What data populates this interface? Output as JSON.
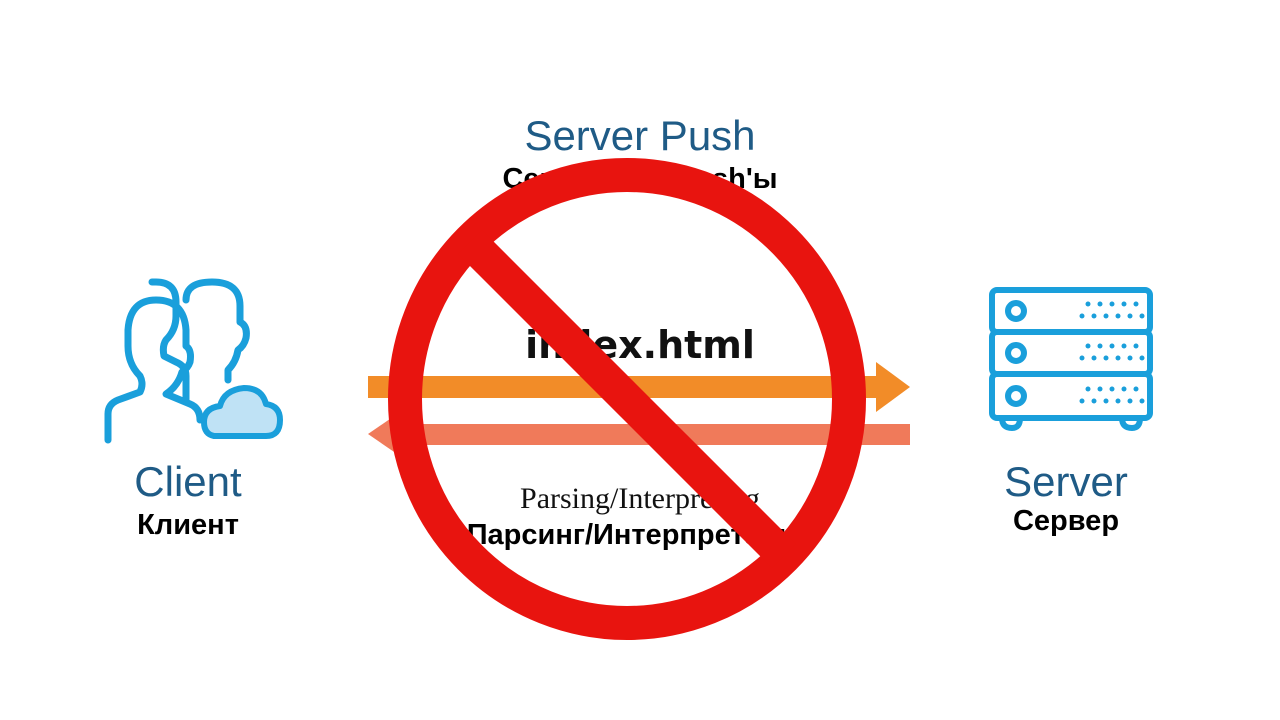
{
  "title": {
    "en": "Server Push",
    "ru": "Серверные Push'ы"
  },
  "file_label": "index.html",
  "parsing": {
    "en": "Parsing/Interpreting",
    "ru": "Парсинг/Интерпретация"
  },
  "client": {
    "en": "Client",
    "ru": "Клиент",
    "icon": "users-cloud-icon"
  },
  "server": {
    "en": "Server",
    "ru": "Сервер",
    "icon": "server-rack-icon"
  },
  "colors": {
    "push_arrow": "#f28c28",
    "response_arrow": "#f07a5a",
    "prohibition": "#e8140f",
    "icon_blue": "#1a9fdb",
    "label_blue": "#1f5b86"
  }
}
